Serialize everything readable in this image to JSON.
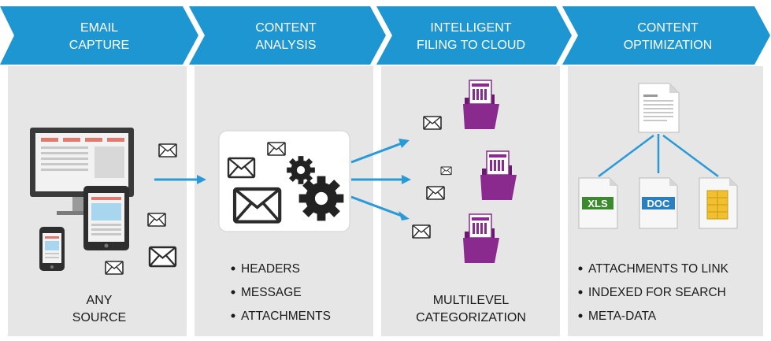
{
  "colors": {
    "banner": "#1e96d2",
    "panel": "#e6e6e6",
    "arrow": "#2a9ad6",
    "folder": "#8a2a8e",
    "xls": "#3c8a2e",
    "doc": "#2a7fc0",
    "table": "#f0c030"
  },
  "stages": [
    {
      "line1": "EMAIL",
      "line2": "CAPTURE"
    },
    {
      "line1": "CONTENT",
      "line2": "ANALYSIS"
    },
    {
      "line1": "INTELLIGENT",
      "line2": "FILING TO CLOUD"
    },
    {
      "line1": "CONTENT",
      "line2": "OPTIMIZATION"
    }
  ],
  "capture": {
    "line1": "ANY",
    "line2": "SOURCE"
  },
  "analysis": {
    "bullets": [
      "HEADERS",
      "MESSAGE",
      "ATTACHMENTS"
    ]
  },
  "filing": {
    "line1": "MULTILEVEL",
    "line2": "CATEGORIZATION"
  },
  "optimization": {
    "file_labels": [
      "XLS",
      "DOC"
    ],
    "bullets": [
      "ATTACHMENTS TO LINK",
      "INDEXED FOR SEARCH",
      "META-DATA"
    ]
  }
}
